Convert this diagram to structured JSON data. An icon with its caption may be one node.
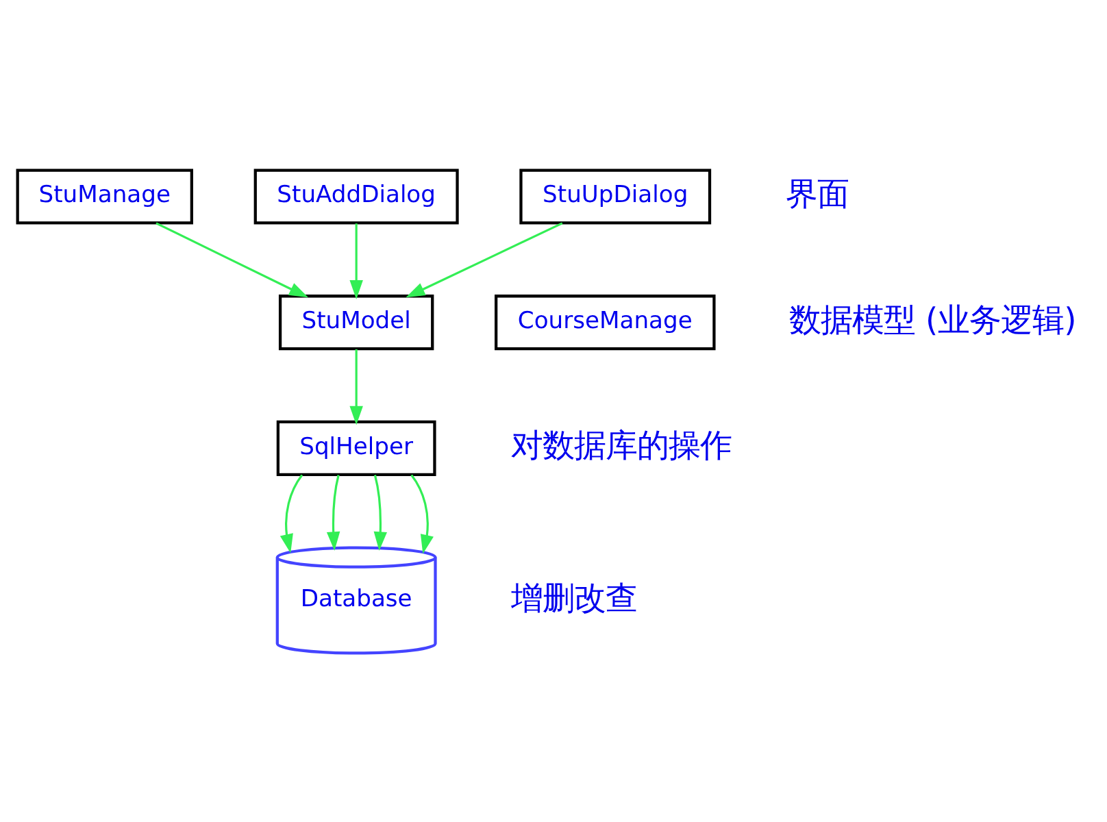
{
  "diagram": {
    "nodes": [
      {
        "text": [
          "StuManage"
        ]
      },
      {
        "text": [
          "StuAddDialog"
        ]
      },
      {
        "text": [
          "StuUpDialog"
        ]
      },
      {
        "text": [
          "StuModel"
        ]
      },
      {
        "text": [
          "CourseManage"
        ]
      },
      {
        "text": [
          "SqlHelper"
        ]
      },
      {
        "text": [
          "Database"
        ]
      }
    ],
    "edges": [
      {
        "from": 0,
        "to": 3,
        "arrow": "to"
      },
      {
        "from": 1,
        "to": 3,
        "arrow": "to"
      },
      {
        "from": 2,
        "to": 3,
        "arrow": "to"
      },
      {
        "from": 3,
        "to": 5,
        "arrow": "to"
      },
      {
        "from": 5,
        "to": 6,
        "arrow": "to"
      },
      {
        "from": 5,
        "to": 6,
        "arrow": "to"
      },
      {
        "from": 5,
        "to": 6,
        "arrow": "to"
      },
      {
        "from": 5,
        "to": 6,
        "arrow": "to"
      }
    ],
    "labels": [
      "界面",
      "数据模型 (业务逻辑)",
      "对数据库的操作",
      "增删改查"
    ]
  }
}
